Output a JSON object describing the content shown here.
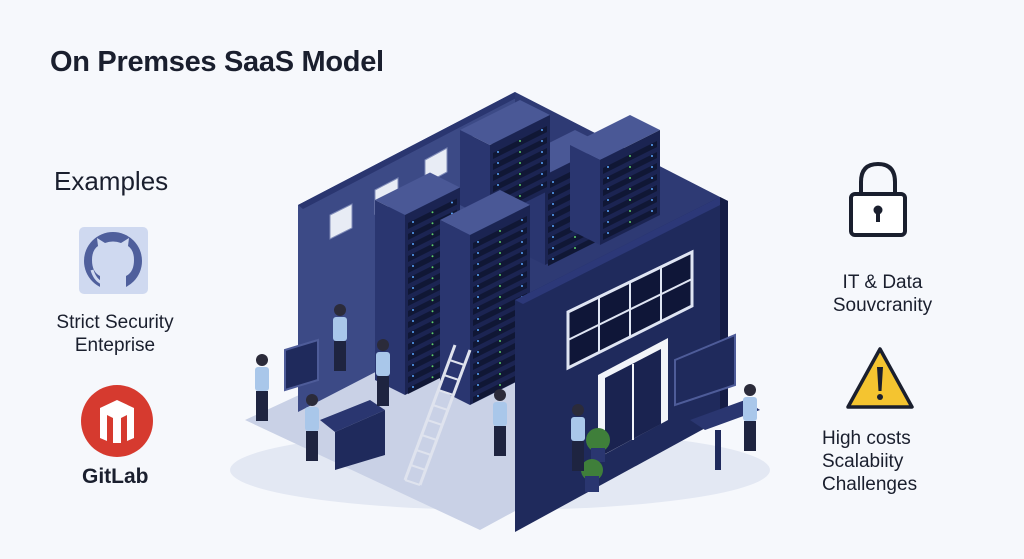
{
  "title": "On Premses SaaS Model",
  "left": {
    "heading": "Examples",
    "items": [
      {
        "icon": "github-icon",
        "lines": [
          "Strict Security",
          "Enteprise"
        ]
      },
      {
        "icon": "gitlab-icon",
        "lines": [
          "GitLab"
        ]
      }
    ]
  },
  "right": {
    "items": [
      {
        "icon": "lock-icon",
        "lines": [
          "IT & Data",
          "Souvcranity"
        ]
      },
      {
        "icon": "warning-icon",
        "lines": [
          "High costs",
          "Scalabiity",
          "Challenges"
        ]
      }
    ]
  },
  "colors": {
    "navy": "#1f2a5c",
    "wall": "#3c4a86",
    "github_bg": "#cfd9f0",
    "github": "#4f5f9c",
    "gitlab": "#d63a2f",
    "warning": "#f4c430"
  }
}
